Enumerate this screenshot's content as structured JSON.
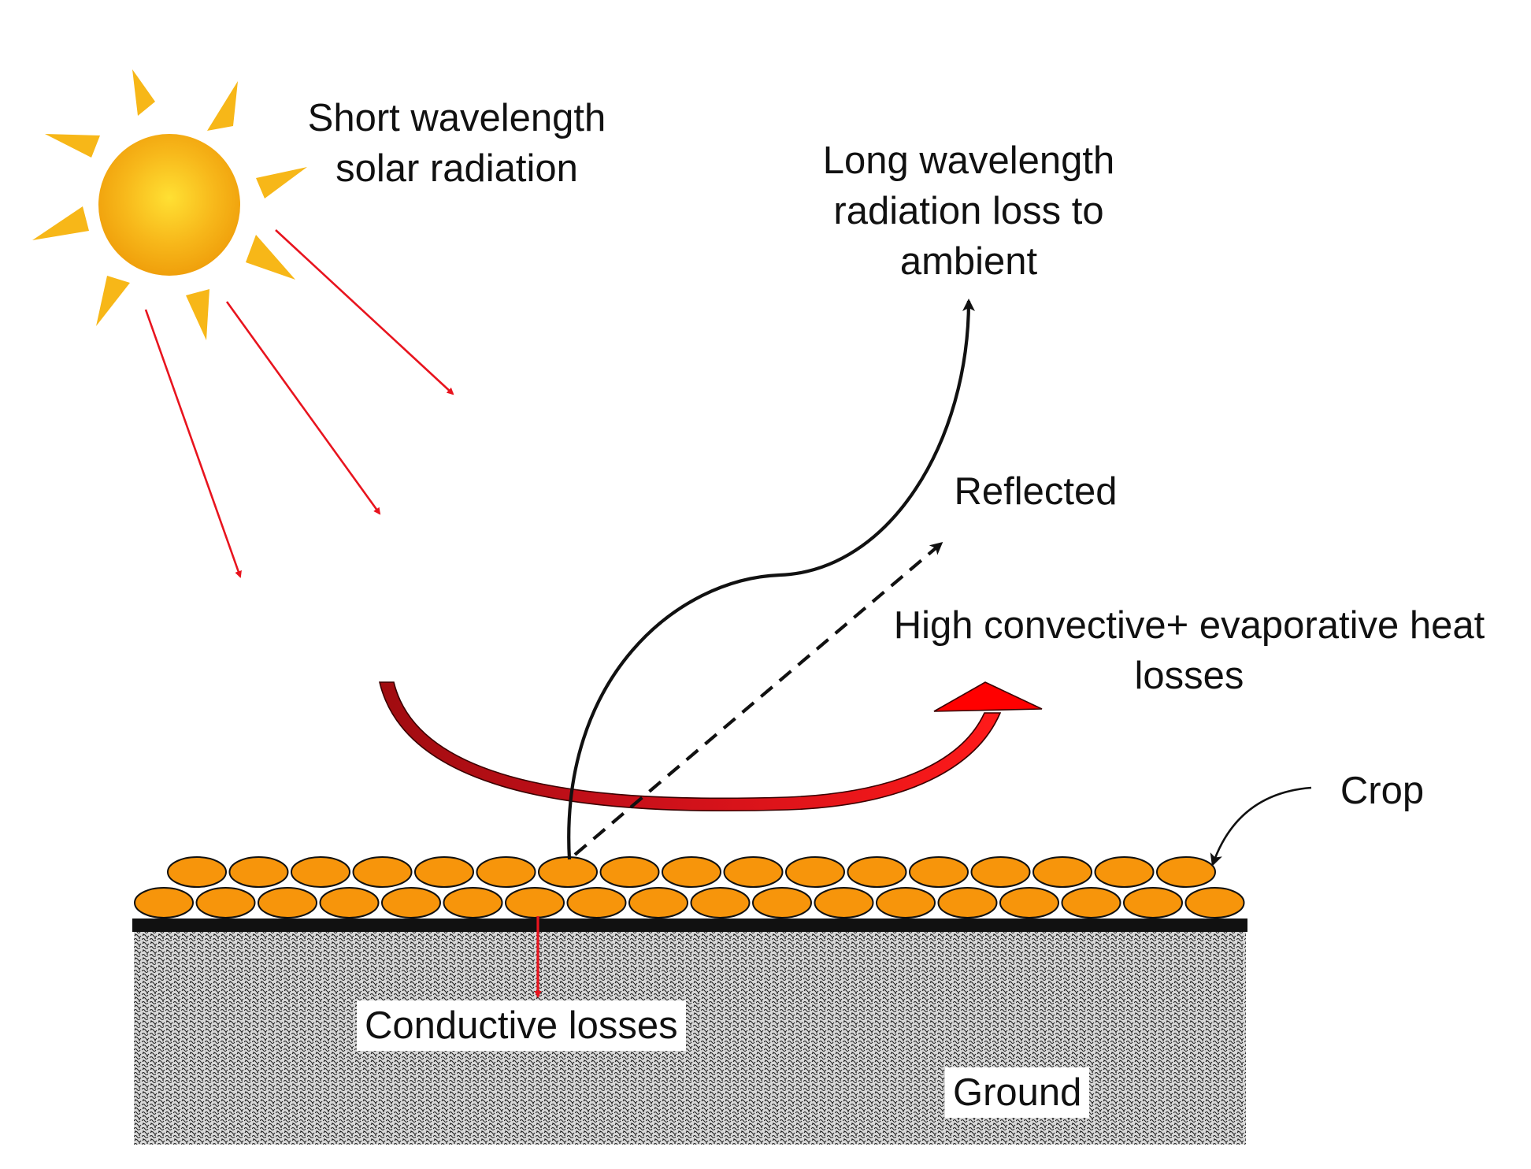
{
  "labels": {
    "short_wavelength": "Short wavelength\nsolar radiation",
    "long_wavelength": "Long wavelength\nradiation loss to\nambient",
    "reflected": "Reflected",
    "convective": "High convective+ evaporative heat\nlosses",
    "crop": "Crop",
    "conductive": "Conductive losses",
    "ground": "Ground"
  },
  "colors": {
    "sun_core": "#F5A800",
    "sun_ray": "#F7B718",
    "solar_arrow": "#E8141E",
    "convective_arrow": "#E60012",
    "crop_fill": "#F7950B",
    "crop_stroke": "#111111",
    "ground_base": "#D7D7D7",
    "ground_line": "#111111",
    "text": "#111111"
  },
  "icons": {
    "sun": "sun-icon"
  }
}
